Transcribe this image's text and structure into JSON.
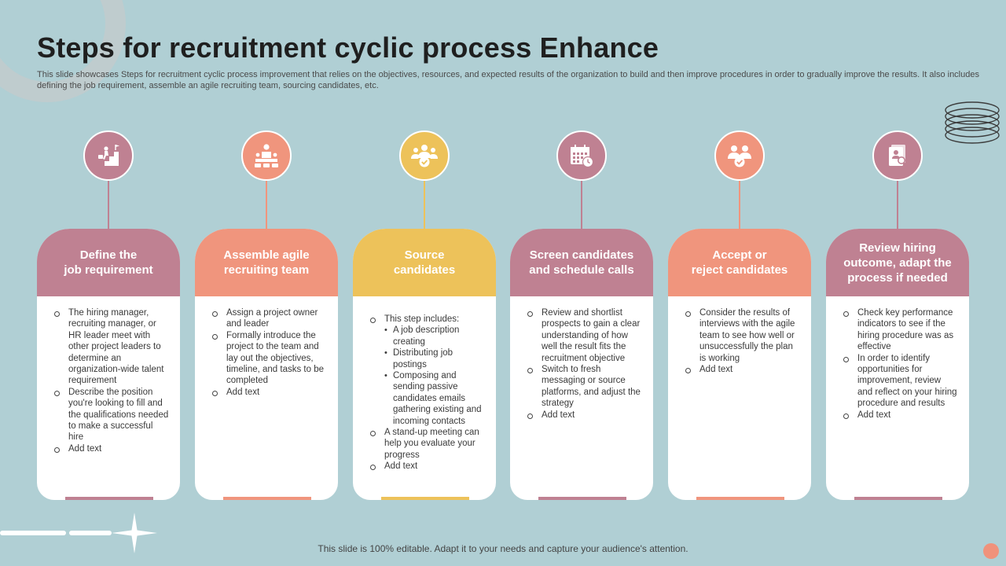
{
  "title": "Steps for recruitment cyclic process Enhance",
  "subtitle": "This slide showcases Steps for recruitment cyclic process improvement that relies on the objectives, resources, and expected results of the  organization to build and then improve procedures in order to gradually improve the results. It also includes defining the job requirement, assemble an agile recruiting team, sourcing candidates, etc.",
  "colors": {
    "mauve": "#bf8192",
    "coral": "#f0957d",
    "yellow": "#edc25a",
    "background": "#b0cfd4"
  },
  "steps": [
    {
      "icon": "stairs-climber-icon",
      "heading_lines": [
        "Define the",
        "job requirement"
      ],
      "bullets": [
        "The hiring manager, recruiting manager, or HR leader meet with other project leaders to determine an organization-wide talent requirement",
        "Describe the position you're looking to fill and the qualifications needed to make a successful hire",
        "Add text"
      ]
    },
    {
      "icon": "presenter-team-icon",
      "heading_lines": [
        "Assemble agile",
        "recruiting team"
      ],
      "bullets": [
        "Assign a project owner and leader",
        "Formally introduce the project to the team and lay out the objectives, timeline, and tasks to be completed",
        "Add text"
      ]
    },
    {
      "icon": "group-check-icon",
      "heading_lines": [
        "Source",
        "candidates"
      ],
      "intro": "This step includes:",
      "sub_bullets": [
        "A job description creating",
        "Distributing job postings",
        "Composing and sending passive candidates emails gathering existing and incoming contacts"
      ],
      "bullets": [
        "A stand-up meeting can help you evaluate your progress",
        "Add text"
      ]
    },
    {
      "icon": "calendar-clock-icon",
      "heading_lines": [
        "Screen candidates",
        "and schedule calls"
      ],
      "bullets": [
        "Review and shortlist prospects to gain a clear understanding of how well the result fits the recruitment objective",
        "Switch to fresh messaging or source platforms, and adjust the strategy",
        "Add text"
      ]
    },
    {
      "icon": "people-check-icon",
      "heading_lines": [
        "Accept or",
        "reject candidates"
      ],
      "bullets": [
        "Consider the results of interviews with the agile team to see how well or unsuccessfully the plan is working",
        "Add text"
      ]
    },
    {
      "icon": "resume-search-icon",
      "heading_lines": [
        "Review hiring",
        "outcome, adapt the",
        "process  if needed"
      ],
      "bullets": [
        "Check  key performance indicators to see if the hiring procedure was as effective",
        "In order to identify opportunities for improvement, review and reflect on your hiring procedure and results",
        "Add text"
      ]
    }
  ],
  "footer": "This slide is 100% editable. Adapt it to your needs and capture your audience's attention."
}
